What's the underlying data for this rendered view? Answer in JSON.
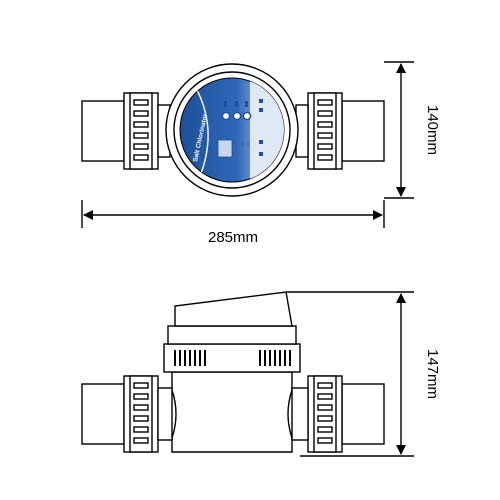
{
  "dimensions": {
    "top_height": "140mm",
    "width": "285mm",
    "bottom_height": "147mm"
  },
  "panel": {
    "brand_text": "Salt Chlorinator",
    "panel_blue": "#1e4f9a",
    "panel_light": "#dfe8f6"
  },
  "icons": [
    "double-arrow-icon"
  ]
}
